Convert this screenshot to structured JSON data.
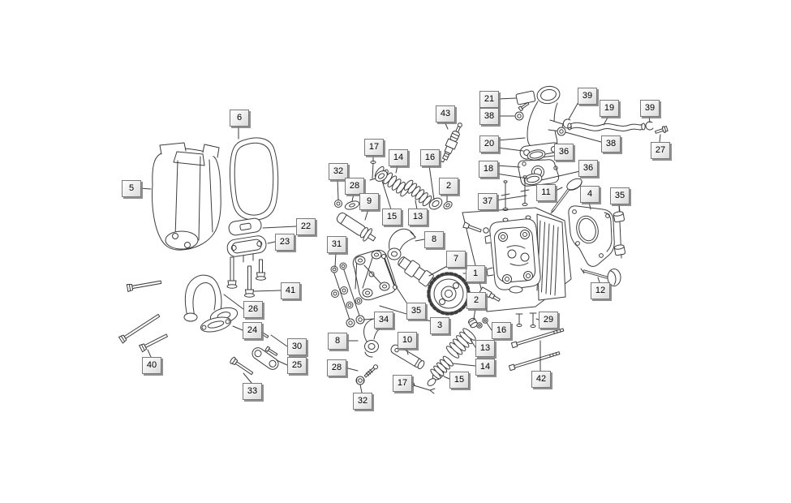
{
  "colors": {
    "line": "#3d3d3d",
    "callout_bg": "#ededed",
    "callout_border": "#7a7a7a",
    "background": "#ffffff"
  },
  "callouts": [
    {
      "label": "6"
    },
    {
      "label": "5"
    },
    {
      "label": "22"
    },
    {
      "label": "23"
    },
    {
      "label": "17"
    },
    {
      "label": "32"
    },
    {
      "label": "28"
    },
    {
      "label": "14"
    },
    {
      "label": "16"
    },
    {
      "label": "2"
    },
    {
      "label": "9"
    },
    {
      "label": "15"
    },
    {
      "label": "13"
    },
    {
      "label": "8"
    },
    {
      "label": "31"
    },
    {
      "label": "43"
    },
    {
      "label": "21"
    },
    {
      "label": "38"
    },
    {
      "label": "20"
    },
    {
      "label": "18"
    },
    {
      "label": "36"
    },
    {
      "label": "36"
    },
    {
      "label": "38"
    },
    {
      "label": "39"
    },
    {
      "label": "19"
    },
    {
      "label": "39"
    },
    {
      "label": "27"
    },
    {
      "label": "37"
    },
    {
      "label": "11"
    },
    {
      "label": "4"
    },
    {
      "label": "35"
    },
    {
      "label": "1"
    },
    {
      "label": "2"
    },
    {
      "label": "12"
    },
    {
      "label": "7"
    },
    {
      "label": "35"
    },
    {
      "label": "34"
    },
    {
      "label": "3"
    },
    {
      "label": "8"
    },
    {
      "label": "10"
    },
    {
      "label": "16"
    },
    {
      "label": "13"
    },
    {
      "label": "14"
    },
    {
      "label": "15"
    },
    {
      "label": "17"
    },
    {
      "label": "28"
    },
    {
      "label": "32"
    },
    {
      "label": "41"
    },
    {
      "label": "26"
    },
    {
      "label": "24"
    },
    {
      "label": "30"
    },
    {
      "label": "25"
    },
    {
      "label": "33"
    },
    {
      "label": "40"
    },
    {
      "label": "29"
    },
    {
      "label": "42"
    }
  ]
}
